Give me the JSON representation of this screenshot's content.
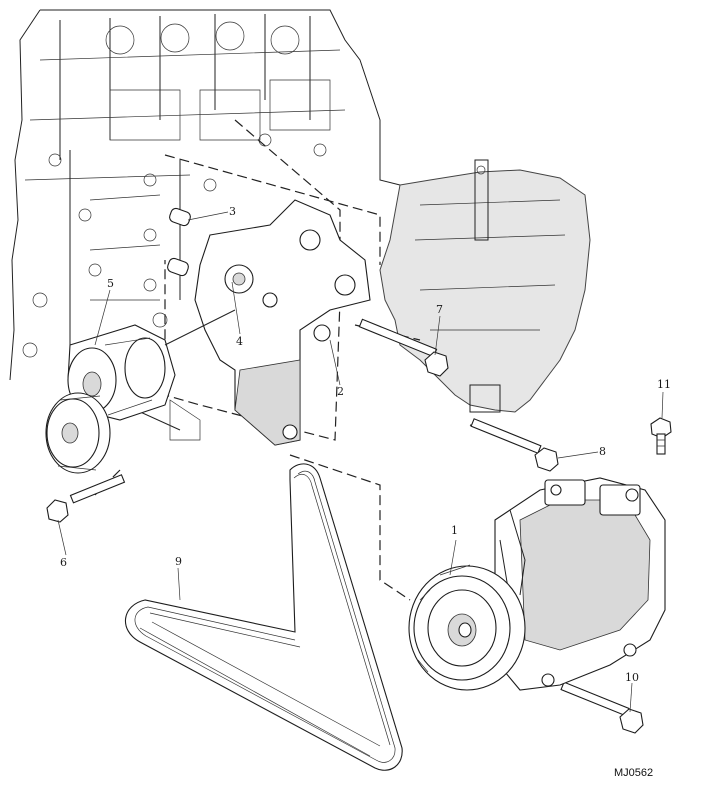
{
  "callouts": [
    "1",
    "2",
    "3",
    "4",
    "5",
    "6",
    "7",
    "8",
    "9",
    "10",
    "11"
  ],
  "reference": "MJ0562"
}
